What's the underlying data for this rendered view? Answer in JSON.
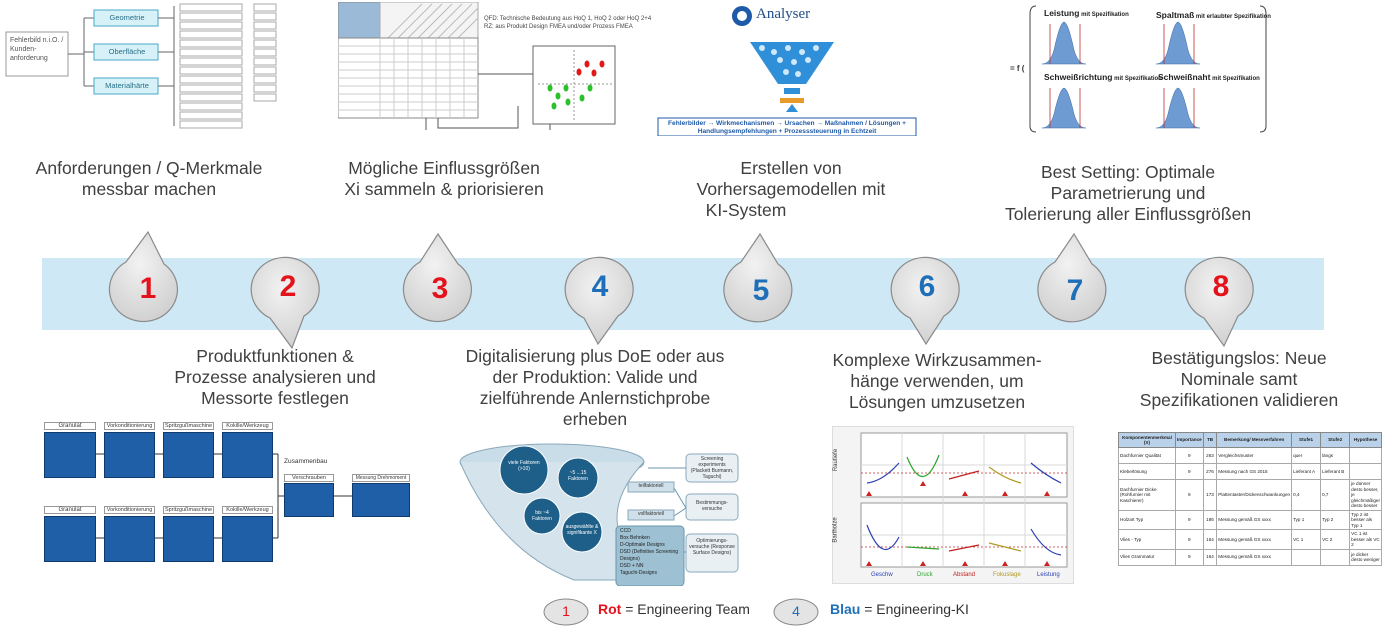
{
  "steps": [
    {
      "number": "1",
      "color": "#e3121b",
      "caption": [
        "Anforderungen / Q-Merkmale",
        "messbar machen"
      ]
    },
    {
      "number": "2",
      "color": "#e3121b",
      "caption": [
        "Produktfunktionen &",
        "Prozesse analysieren  und",
        "Messorte festlegen"
      ]
    },
    {
      "number": "3",
      "color": "#e3121b",
      "caption": [
        "Mögliche Einflussgrößen",
        "Xi sammeln & priorisieren"
      ]
    },
    {
      "number": "4",
      "color": "#1f6fb8",
      "caption": [
        "Digitalisierung plus DoE oder aus",
        "der Produktion: Valide und",
        "zielführende Anlernstichprobe",
        "erheben"
      ]
    },
    {
      "number": "5",
      "color": "#1f6fb8",
      "caption": [
        "Erstellen von",
        "Vorhersagemodellen mit",
        "KI-System"
      ]
    },
    {
      "number": "6",
      "color": "#1f6fb8",
      "caption": [
        "Komplexe Wirkzusammen-",
        "hänge verwenden, um",
        "Lösungen umzusetzen"
      ]
    },
    {
      "number": "7",
      "color": "#1f6fb8",
      "caption": [
        "Best Setting: Optimale",
        "Parametrierung und",
        "Tolerierung aller Einflussgrößen"
      ]
    },
    {
      "number": "8",
      "color": "#e3121b",
      "caption": [
        "Bestätigungslos: Neue",
        "Nominale samt",
        "Spezifikationen validieren"
      ]
    }
  ],
  "legend": {
    "red_number": "1",
    "red_word": "Rot",
    "red_text": " = Engineering  Team",
    "blue_number": "4",
    "blue_word": "Blau",
    "blue_text": " = Engineering-KI"
  },
  "thumb1": {
    "root": "Fehlerbild n.i.O. / Kunden-anforderung",
    "branches": [
      "Geometrie",
      "Oberfläche",
      "Materialhärte"
    ]
  },
  "thumb3": {
    "qfd_line1": "QFD: Technische Bedeutung aus HoQ 1, HoQ 2 oder HoQ 2+4",
    "qfd_line2": "RZ:   aus Produkt Design FMEA und/oder Prozess FMEA"
  },
  "thumb5": {
    "logo": "Analyser",
    "funnel_line1": "Fehlerbilder → Wirkmechanismen → Ursachen → Maßnahmen / Lösungen +",
    "funnel_line2": "Handlungsempfehlungen + Prozesssteuerung in Echtzeit"
  },
  "thumb7": {
    "prefix": "= f (",
    "plots": [
      {
        "title": "Leistung",
        "suffix": " mit Spezifikation"
      },
      {
        "title": "Spaltmaß",
        "suffix": " mit erlaubter Spezifikation"
      },
      {
        "title": "Schweißrichtung",
        "suffix": " mit Spezifikation"
      },
      {
        "title": "Schweißnaht",
        "suffix": " mit Spezifikation"
      }
    ]
  },
  "thumb2": {
    "row_labels": [
      "Granulat",
      "Vorkonditionierung",
      "Spritzgußmaschine",
      "Kokille/Werkzeug"
    ],
    "assembly": "Zusammenbau",
    "screwing": "Verschrauben",
    "measure": "Messung Drehmoment"
  },
  "thumb4": {
    "funnel": [
      "viele Faktoren (>10)",
      "~5 ...15 Faktoren",
      "bis ~4 Faktoren",
      "ausgewählte & signifikante X"
    ],
    "boxes": [
      "Screening experiments (Plackett Burmann, Taguchi)",
      "Bestimmungs-versuche",
      "Optimierungs-versuche (Response Surface Designs)"
    ],
    "tags": [
      "teilfaktoriell",
      "vollfaktoriell"
    ],
    "list": [
      "CCD",
      "Box Behnken",
      "D-Optimale Designs",
      "DSD (Definitive Screening Designs)",
      "DSD + NN",
      "Taguchi-Designs"
    ]
  },
  "thumb6": {
    "y_labels": [
      "Rautiefe",
      "Bartholze"
    ],
    "x_labels": [
      "Geschw",
      "Druck",
      "Abstand",
      "Fokuslage",
      "Leistung"
    ],
    "x_colors": [
      "#2a3fb3",
      "#2aa52a",
      "#c02020",
      "#b09a20",
      "#2a3fb3"
    ]
  },
  "thumb8": {
    "headers": [
      "Komponentenmerkmal (X)",
      "Importance",
      "TB",
      "Bemerkung/ Messverfahren",
      "Stufe1",
      "Stufe2",
      "Hypothese"
    ],
    "rows": [
      [
        "Dachfurnier Qualität",
        "9",
        "263",
        "Vergleichsmuster",
        "quer",
        "längs",
        ""
      ],
      [
        "Kleberlösung",
        "9",
        "276",
        "Messung nach GS 2015",
        "Lieferant A",
        "Lieferant B",
        ""
      ],
      [
        "Dachfurnier Dicke (Rohfurnier mit Kaschierer)",
        "9",
        "173",
        "Plattentaster/Dickenschwankungen",
        "0,4",
        "0,7",
        "je dünner desto besser, je gleichmäßiger desto besser"
      ],
      [
        "Holzart Typ",
        "9",
        "186",
        "Messung gemäß GS xxxx",
        "Typ 1",
        "Typ 2",
        "Typ 2 ist besser als Typ 1"
      ],
      [
        "Vlies - Typ",
        "9",
        "164",
        "Messung gemäß GS xxxx",
        "VC 1",
        "VC 2",
        "VC 1 ist besser als VC 2"
      ],
      [
        "Vlies Grammatur",
        "9",
        "164",
        "Messung gemäß GS xxxx",
        "",
        "",
        "je dicker desto weniger"
      ]
    ]
  }
}
